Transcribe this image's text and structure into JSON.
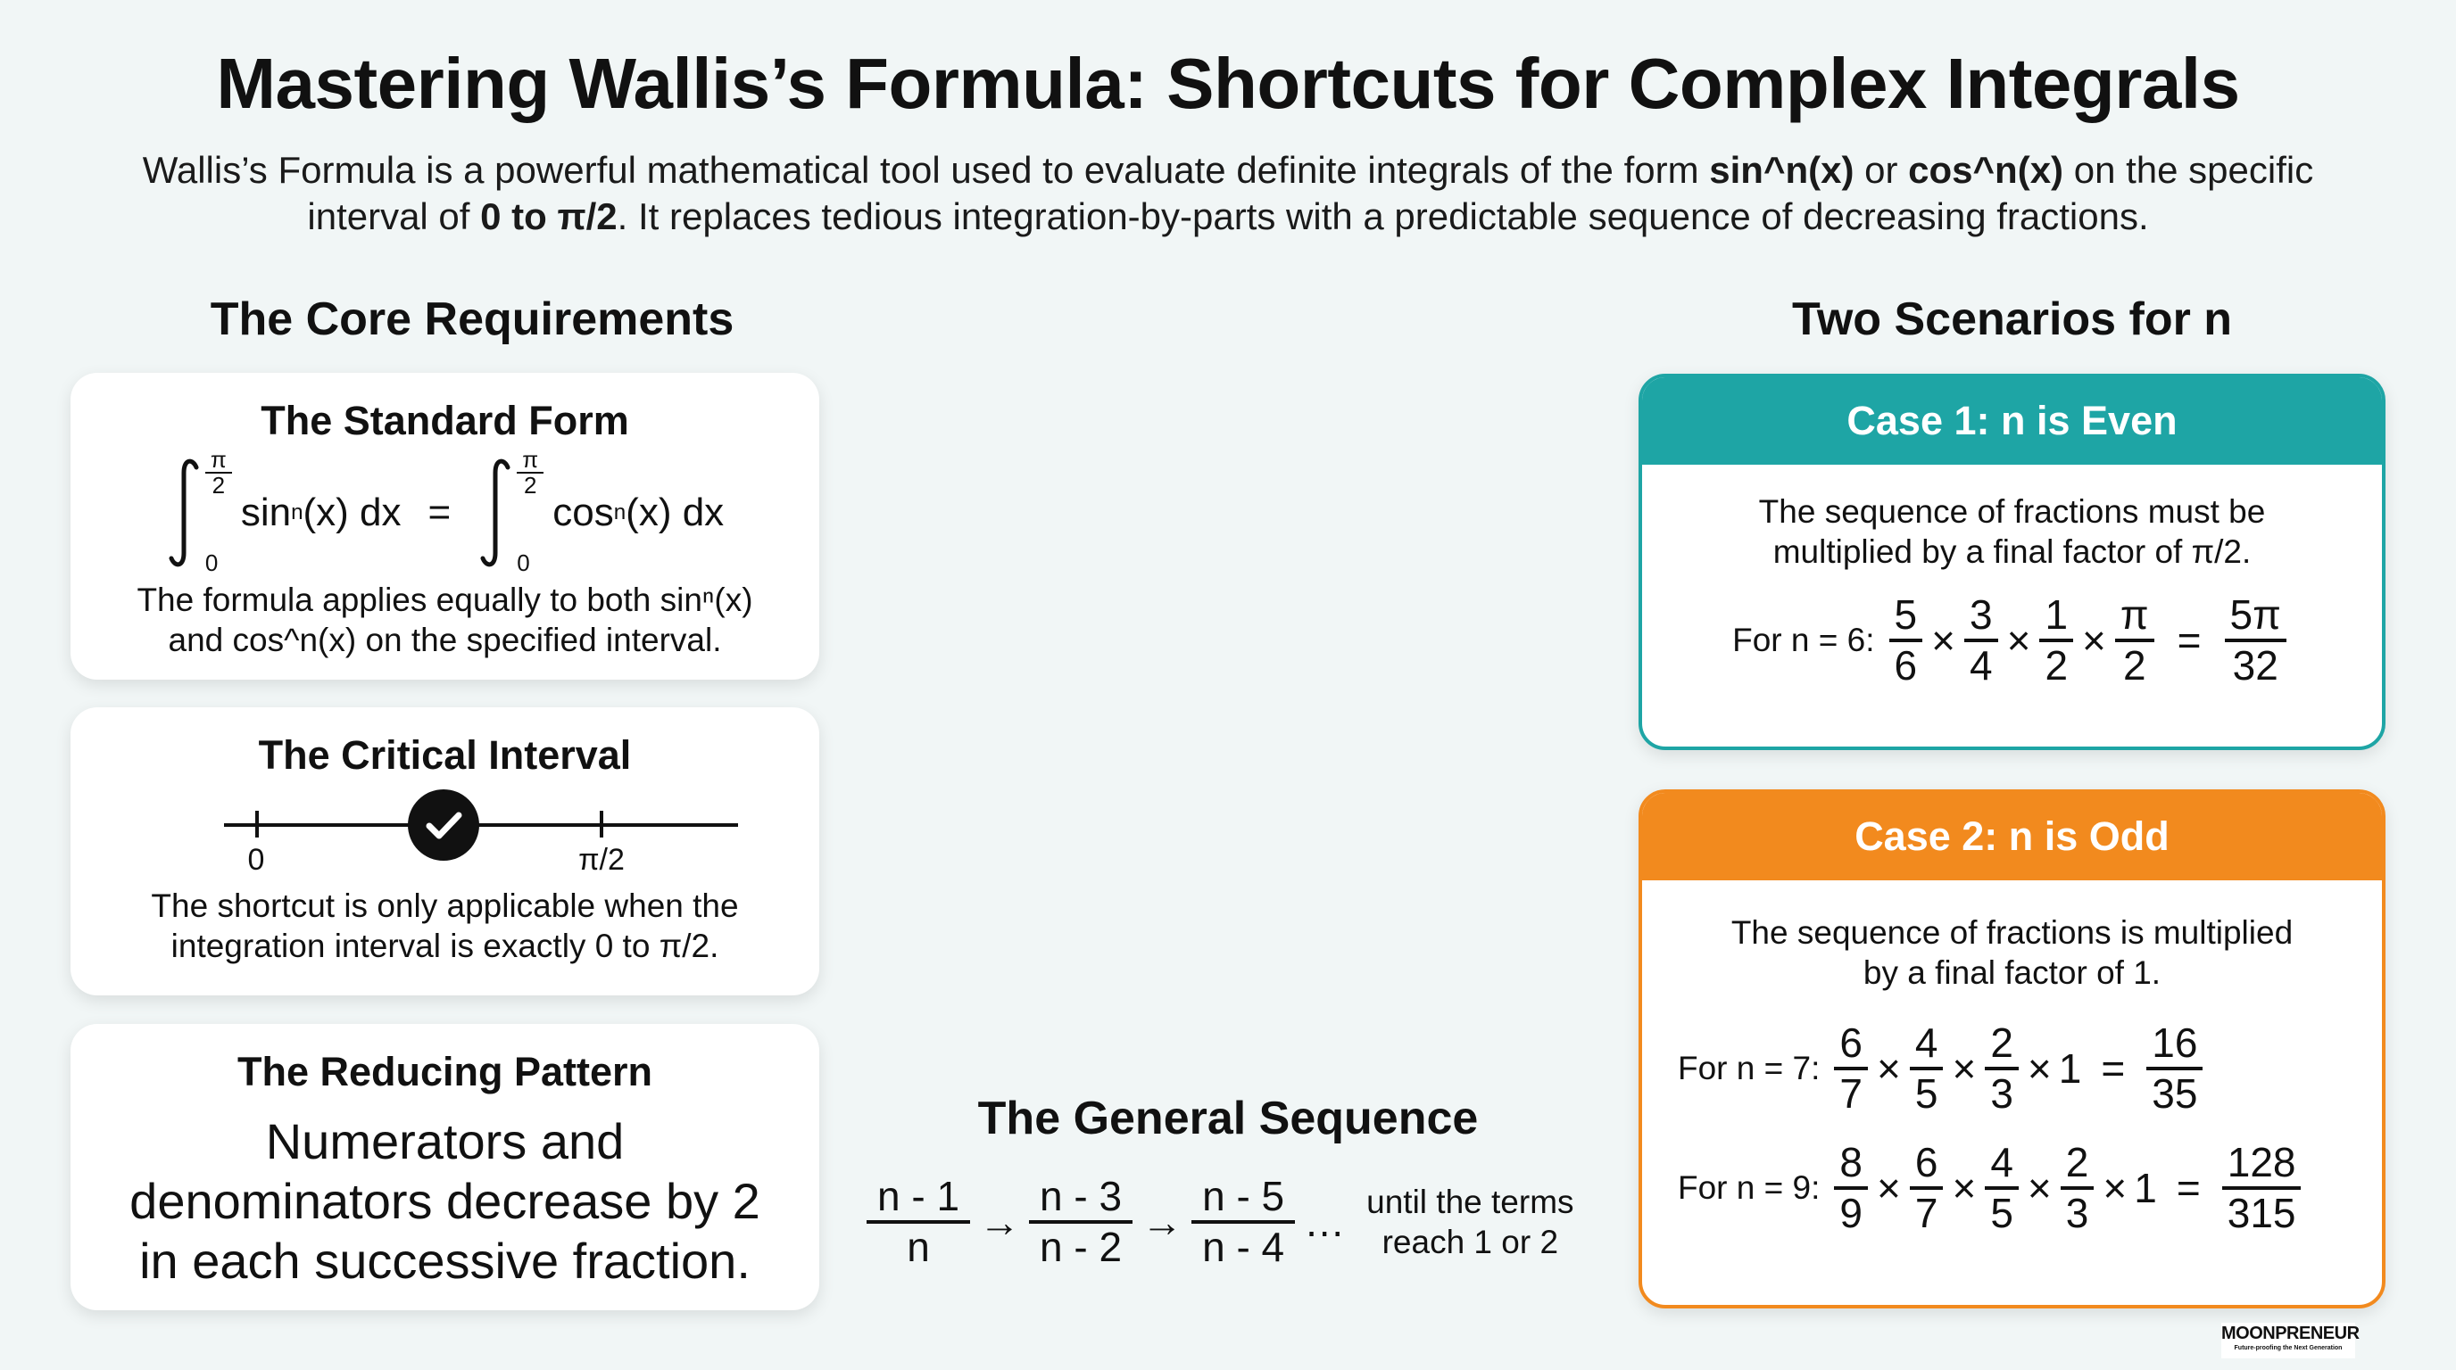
{
  "header": {
    "title": "Mastering Wallis’s Formula: Shortcuts for Complex Integrals",
    "subtitle_parts": [
      "Wallis’s Formula is a powerful mathematical tool used to evaluate definite integrals of the form ",
      "sin^n(x)",
      " or ",
      "cos^n(x)",
      " on the specific interval of ",
      "0 to π/2",
      ". It replaces tedious integration-by-parts with a predictable sequence of decreasing fractions."
    ]
  },
  "left": {
    "heading": "The Core Requirements",
    "standard_form": {
      "title": "The Standard Form",
      "upper_limit_num": "π",
      "upper_limit_den": "2",
      "lower_limit": "0",
      "left_integrand": "sin",
      "right_integrand": "cos",
      "exponent": "n",
      "tail": "(x) dx",
      "equals": "=",
      "desc_line1": "The formula applies equally to both sinⁿ(x)",
      "desc_line2": "and cos^n(x) on the specified interval."
    },
    "critical_interval": {
      "title": "The Critical Interval",
      "start_label": "0",
      "end_label": "π/2",
      "desc_line1": "The shortcut is only applicable when the",
      "desc_line2": "integration interval is exactly 0 to π/2."
    },
    "reducing_pattern": {
      "title": "The Reducing Pattern",
      "lines": [
        "Numerators and",
        "denominators decrease by 2",
        "in each successive fraction."
      ]
    }
  },
  "center": {
    "heading": "The General Sequence",
    "fractions": [
      {
        "num": "n - 1",
        "den": "n"
      },
      {
        "num": "n - 3",
        "den": "n - 2"
      },
      {
        "num": "n - 5",
        "den": "n - 4"
      }
    ],
    "arrow": "→",
    "ellipsis": "…",
    "note_line1": "until the terms",
    "note_line2": "reach 1 or 2"
  },
  "right": {
    "heading": "Two Scenarios for n",
    "case1": {
      "title": "Case 1: n is Even",
      "color": "#1ea5a5",
      "desc_line1": "The sequence of fractions must be",
      "desc_line2": "multiplied by a final factor of π/2.",
      "example_label": "For n = 6:",
      "fractions": [
        {
          "num": "5",
          "den": "6"
        },
        {
          "num": "3",
          "den": "4"
        },
        {
          "num": "1",
          "den": "2"
        },
        {
          "num": "π",
          "den": "2"
        }
      ],
      "result": {
        "num": "5π",
        "den": "32"
      }
    },
    "case2": {
      "title": "Case 2: n is Odd",
      "color": "#f28a1e",
      "desc_line1": "The sequence of fractions is multiplied",
      "desc_line2": "by a final factor of 1.",
      "example1_label": "For n = 7:",
      "example1_fractions": [
        {
          "num": "6",
          "den": "7"
        },
        {
          "num": "4",
          "den": "5"
        },
        {
          "num": "2",
          "den": "3"
        }
      ],
      "example1_result": {
        "num": "16",
        "den": "35"
      },
      "example2_label": "For n = 9:",
      "example2_fractions": [
        {
          "num": "8",
          "den": "9"
        },
        {
          "num": "6",
          "den": "7"
        },
        {
          "num": "4",
          "den": "5"
        },
        {
          "num": "2",
          "den": "3"
        }
      ],
      "example2_result": {
        "num": "128",
        "den": "315"
      },
      "times": "×",
      "one": "1",
      "equals": "="
    }
  },
  "logo": {
    "name": "MOONPRENEUR",
    "tagline": "Future-proofing the Next Generation"
  }
}
